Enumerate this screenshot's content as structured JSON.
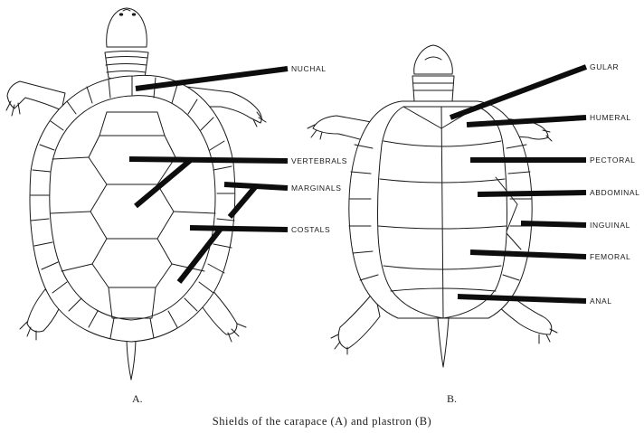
{
  "figure": {
    "caption": "Shields of the carapace (A) and plastron (B)",
    "panel_a_label": "A.",
    "panel_b_label": "B.",
    "ink_color": "#1a1a1a",
    "pointer_color": "#0d0d0d"
  },
  "carapace_labels": {
    "nuchal": "NUCHAL",
    "vertebrals": "VERTEBRALS",
    "marginals": "MARGINALS",
    "costals": "COSTALS"
  },
  "plastron_labels": {
    "gular": "GULAR",
    "humeral": "HUMERAL",
    "pectoral": "PECTORAL",
    "abdominal": "ABDOMINAL",
    "inguinal": "INGUINAL",
    "femoral": "FEMORAL",
    "anal": "ANAL"
  }
}
